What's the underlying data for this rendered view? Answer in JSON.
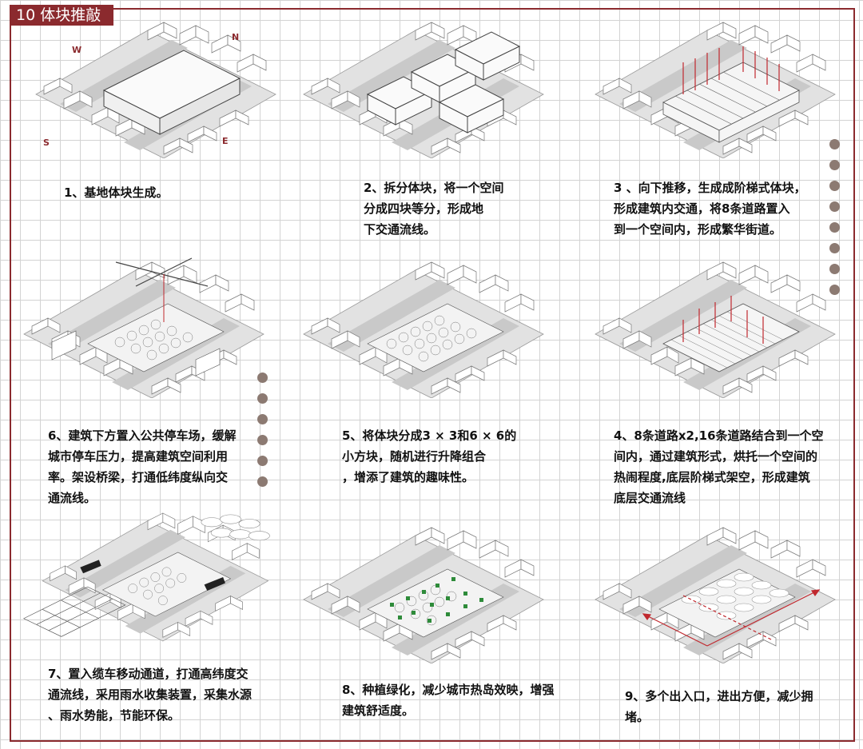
{
  "header": {
    "title": "10 体块推敲"
  },
  "compass": {
    "w": "W",
    "n": "N",
    "s": "S",
    "e": "E"
  },
  "steps": [
    {
      "id": 1,
      "lines": [
        "1、基地体块生成。"
      ]
    },
    {
      "id": 2,
      "lines": [
        "2、拆分体块，将一个空间",
        "分成四块等分，形成地",
        "下交通流线。"
      ]
    },
    {
      "id": 3,
      "lines": [
        "3 、向下推移，生成成阶梯式体块，",
        "形成建筑内交通，将8条道路置入",
        "到一个空间内，形成繁华街道。"
      ]
    },
    {
      "id": 4,
      "lines": [
        "4、8条道路x2,16条道路结合到一个空",
        "间内，通过建筑形式，烘托一个空间的",
        "热闹程度,底层阶梯式架空，形成建筑",
        "底层交通流线"
      ]
    },
    {
      "id": 5,
      "lines": [
        "5、将体块分成3 × 3和6 × 6的",
        "小方块，随机进行升降组合",
        "，增添了建筑的趣味性。"
      ]
    },
    {
      "id": 6,
      "lines": [
        "6、建筑下方置入公共停车场，缓解",
        "城市停车压力，提高建筑空间利用",
        "率。架设桥梁，打通低纬度纵向交",
        "通流线。"
      ]
    },
    {
      "id": 7,
      "lines": [
        "7、置入缆车移动通道，打通高纬度交",
        "通流线，采用雨水收集装置，采集水源",
        "、雨水势能，节能环保。"
      ]
    },
    {
      "id": 8,
      "lines": [
        "8、种植绿化，减少城市热岛效映，增强",
        "建筑舒适度。"
      ]
    },
    {
      "id": 9,
      "lines": [
        "9、多个出入口，进出方便，减少拥",
        "堵。"
      ]
    }
  ],
  "colors": {
    "frame": "#8b2a2e",
    "dot": "#8c7a72",
    "accent_red": "#c0282e",
    "green": "#2e8b3a"
  }
}
